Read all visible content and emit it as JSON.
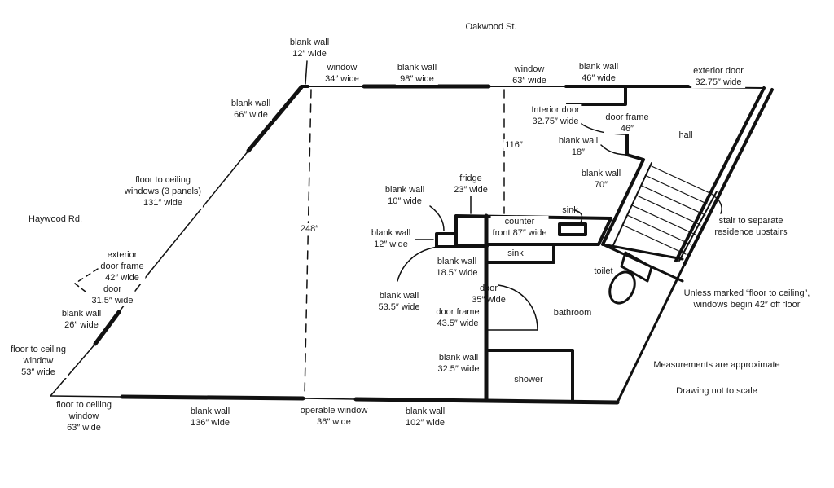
{
  "title": "Floor plan sketch",
  "streets": {
    "top": "Oakwood St.",
    "left": "Haywood Rd."
  },
  "rooms": {
    "hall": "hall",
    "bathroom": "bathroom",
    "shower": "shower",
    "toilet": "toilet",
    "sink_bath": "sink",
    "sink_counter": "sink"
  },
  "labels": {
    "top_blank_wall_12": [
      "blank wall",
      "12″ wide"
    ],
    "top_window_34": [
      "window",
      "34″ wide"
    ],
    "top_blank_wall_98": [
      "blank wall",
      "98″ wide"
    ],
    "top_window_63": [
      "window",
      "63″ wide"
    ],
    "top_blank_wall_46": [
      "blank wall",
      "46″ wide"
    ],
    "exterior_door_top": [
      "exterior door",
      "32.75″ wide"
    ],
    "interior_door": [
      "Interior door",
      "32.75″ wide"
    ],
    "door_frame_46": [
      "door frame",
      "46″"
    ],
    "blank_wall_18": [
      "blank wall",
      "18″"
    ],
    "blank_wall_70": [
      "blank wall",
      "70″"
    ],
    "dim_116": "116″",
    "dim_248": "248″",
    "left_blank_wall_66": [
      "blank wall",
      "66″ wide"
    ],
    "left_windows_131": [
      "floor to ceiling",
      "windows (3 panels)",
      "131″ wide"
    ],
    "left_exterior_door_frame": [
      "exterior",
      "door frame",
      "42″ wide"
    ],
    "left_door": [
      "door",
      "31.5″ wide"
    ],
    "left_blank_wall_26": [
      "blank wall",
      "26″ wide"
    ],
    "left_window_53": [
      "floor to ceiling",
      "window",
      "53″ wide"
    ],
    "bottom_window_63": [
      "floor to ceiling",
      "window",
      "63″ wide"
    ],
    "bottom_blank_wall_136": [
      "blank wall",
      "136″ wide"
    ],
    "bottom_operable_window_36": [
      "operable window",
      "36″ wide"
    ],
    "bottom_blank_wall_102": [
      "blank wall",
      "102″ wide"
    ],
    "fridge": [
      "fridge",
      "23″ wide"
    ],
    "kitchen_blank_wall_10": [
      "blank wall",
      "10″ wide"
    ],
    "kitchen_blank_wall_12": [
      "blank wall",
      "12″ wide"
    ],
    "kitchen_blank_wall_18_5": [
      "blank wall",
      "18.5″ wide"
    ],
    "counter": [
      "counter",
      "front 87″ wide"
    ],
    "blank_wall_53_5": [
      "blank wall",
      "53.5″ wide"
    ],
    "bath_door": [
      "door",
      "35″ wide"
    ],
    "bath_door_frame": [
      "door frame",
      "43.5″ wide"
    ],
    "blank_wall_32_5": [
      "blank wall",
      "32.5″ wide"
    ],
    "stair": [
      "stair to separate",
      "residence upstairs"
    ]
  },
  "notes": {
    "windows": [
      "Unless marked “floor to ceiling”,",
      "windows begin 42″ off floor"
    ],
    "approx": "Measurements are approximate",
    "scale": "Drawing not to scale"
  }
}
